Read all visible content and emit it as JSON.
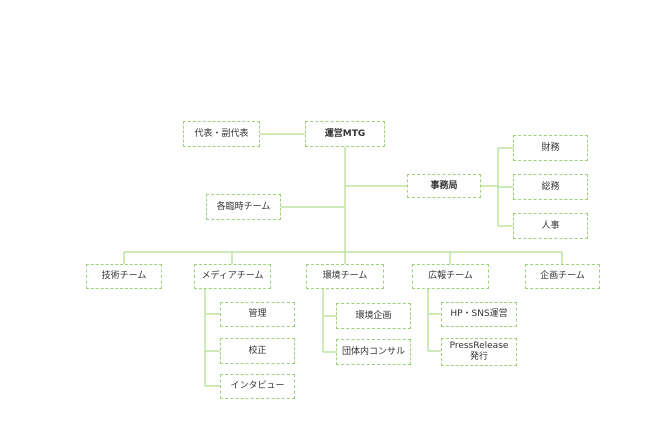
{
  "nodes": {
    "representatives": "代表・副代表",
    "operations_mtg": "運営MTG",
    "secretariat": "事務局",
    "finance": "財務",
    "general_affairs": "総務",
    "hr": "人事",
    "adhoc_team": "各臨時チーム",
    "tech_team": "技術チーム",
    "media_team": "メディアチーム",
    "environment_team": "環境チーム",
    "pr_team": "広報チーム",
    "planning_team": "企画チーム",
    "media_management": "管理",
    "media_proofreading": "校正",
    "media_interview": "インタビュー",
    "env_planning": "環境企画",
    "env_consulting": "団体内コンサル",
    "pr_hp_sns": "HP・SNS運営",
    "pr_press_release": "PressRelease発行"
  },
  "colors": {
    "connector": "#bde3a0",
    "border": "#9fd07a",
    "text": "#333333"
  }
}
